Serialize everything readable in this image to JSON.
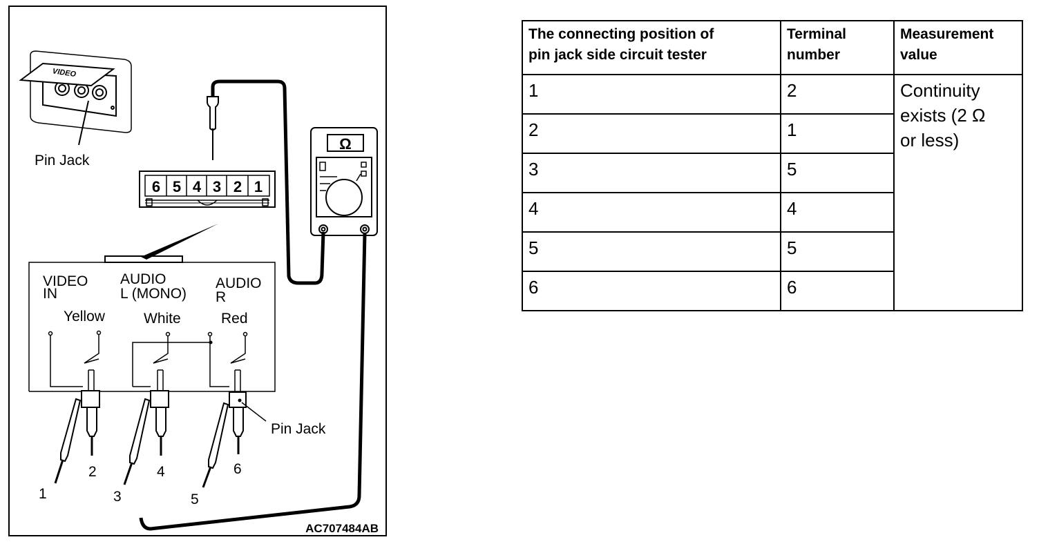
{
  "figure": {
    "jack_labels": [
      "Pin Jack",
      "Pin Jack"
    ],
    "terminal_connector": [
      "6",
      "5",
      "4",
      "3",
      "2",
      "1"
    ],
    "meter_symbol": "Ω",
    "sockets": [
      {
        "name_line1": "VIDEO",
        "name_line2": "IN",
        "color": "Yellow"
      },
      {
        "name_line1": "AUDIO",
        "name_line2": "L (MONO)",
        "color": "White"
      },
      {
        "name_line1": "AUDIO",
        "name_line2": "R",
        "color": "Red"
      }
    ],
    "probe_numbers": [
      "1",
      "2",
      "3",
      "4",
      "5",
      "6"
    ],
    "faceplate_label": "VIDEO",
    "figure_code": "AC707484AB"
  },
  "table": {
    "headers": [
      {
        "line1": "The connecting position of",
        "line2": "pin jack side circuit tester"
      },
      {
        "line1": "Terminal",
        "line2": "number"
      },
      {
        "line1": "Measurement",
        "line2": "value"
      }
    ],
    "rows": [
      {
        "position": "1",
        "terminal": "2"
      },
      {
        "position": "2",
        "terminal": "1"
      },
      {
        "position": "3",
        "terminal": "5"
      },
      {
        "position": "4",
        "terminal": "4"
      },
      {
        "position": "5",
        "terminal": "5"
      },
      {
        "position": "6",
        "terminal": "6"
      }
    ],
    "measurement": {
      "line1": "Continuity",
      "line2": "exists (2 Ω",
      "line3": "or less)"
    }
  }
}
